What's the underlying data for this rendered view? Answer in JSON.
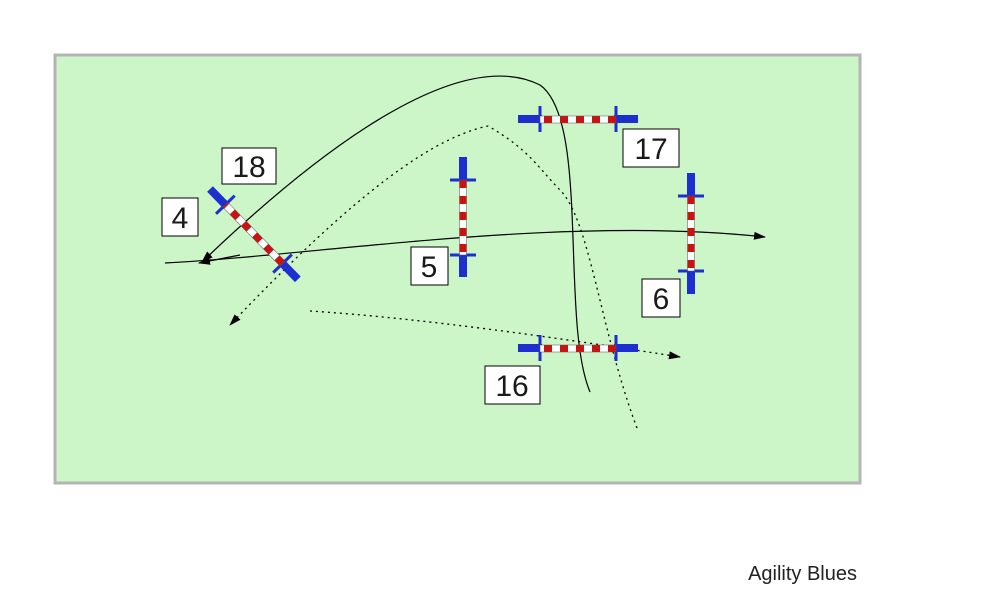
{
  "diagram": {
    "field_color": "#ccf5c8",
    "field_border_color": "#b4b4b4",
    "pole_colors": [
      "#cc1111",
      "#ffffff"
    ],
    "stand_color": "#1e2fd0",
    "obstacles": [
      {
        "id": "jump-4",
        "label": "4"
      },
      {
        "id": "jump-5",
        "label": "5"
      },
      {
        "id": "jump-6",
        "label": "6"
      },
      {
        "id": "jump-16",
        "label": "16"
      },
      {
        "id": "jump-17",
        "label": "17"
      },
      {
        "id": "jump-18",
        "label": "18"
      }
    ]
  },
  "credit": "Agility Blues"
}
